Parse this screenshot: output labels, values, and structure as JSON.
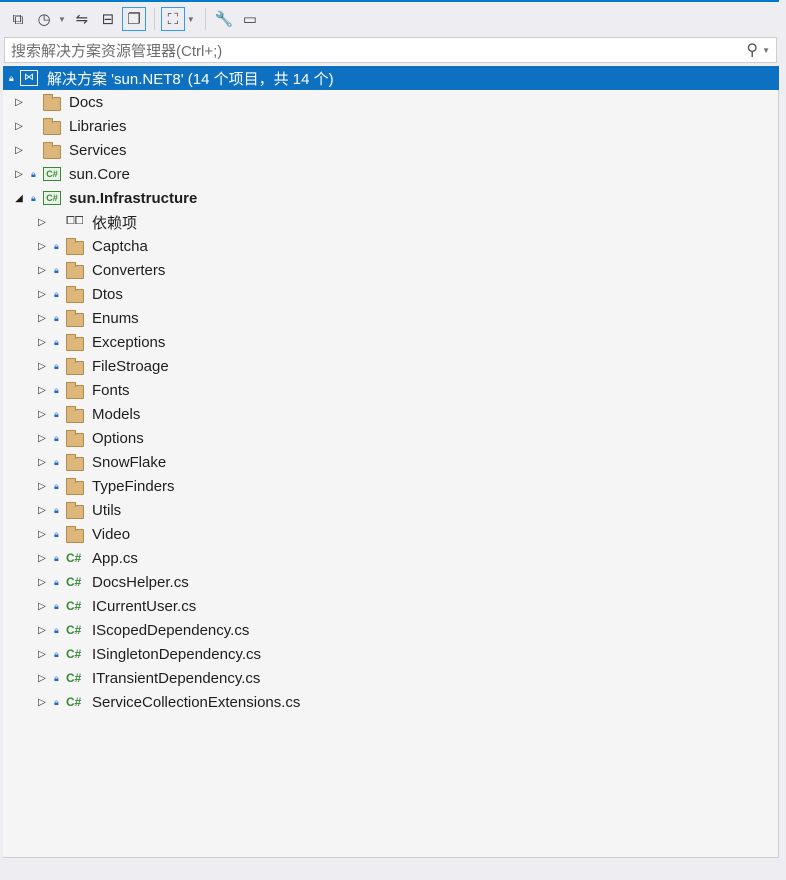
{
  "toolbar": {
    "buttons": [
      {
        "name": "switch-views-button",
        "icon": "vs-icon",
        "glyph": "⧉"
      },
      {
        "name": "pending-changes-filter-button",
        "icon": "clock-icon",
        "glyph": "◷",
        "dropdown": true
      },
      {
        "name": "sync-active-document-button",
        "icon": "sync-arrows-icon",
        "glyph": "⇋"
      },
      {
        "name": "collapse-all-button",
        "icon": "collapse-icon",
        "glyph": "⊟"
      },
      {
        "name": "show-all-files-button",
        "icon": "show-all-files-icon",
        "glyph": "❐",
        "selected": true
      },
      {
        "sep": true
      },
      {
        "name": "view-class-diagram-button",
        "icon": "hierarchy-icon",
        "glyph": "⛶",
        "selected": true,
        "dropdown": true
      },
      {
        "sep": true
      },
      {
        "name": "properties-button",
        "icon": "wrench-icon",
        "glyph": "🔧"
      },
      {
        "name": "preview-selected-button",
        "icon": "preview-icon",
        "glyph": "▭"
      }
    ]
  },
  "search": {
    "placeholder": "搜索解决方案资源管理器(Ctrl+;)",
    "icon": "search-icon"
  },
  "tree": [
    {
      "label": "解决方案 'sun.NET8' (14 个项目，共 14 个)",
      "level": 0,
      "type": "solution",
      "lock": true,
      "selected": true
    },
    {
      "label": "Docs",
      "level": 0,
      "type": "folder",
      "exp": "collapsed"
    },
    {
      "label": "Libraries",
      "level": 0,
      "type": "folder",
      "exp": "collapsed"
    },
    {
      "label": "Services",
      "level": 0,
      "type": "folder",
      "exp": "collapsed"
    },
    {
      "label": "sun.Core",
      "level": 0,
      "type": "project",
      "exp": "collapsed",
      "lock": true
    },
    {
      "label": "sun.Infrastructure",
      "level": 0,
      "type": "project",
      "exp": "expanded",
      "lock": true,
      "bold": true
    },
    {
      "label": "依赖项",
      "level": 1,
      "type": "dependencies",
      "exp": "collapsed"
    },
    {
      "label": "Captcha",
      "level": 1,
      "type": "folder",
      "exp": "collapsed",
      "lock": true
    },
    {
      "label": "Converters",
      "level": 1,
      "type": "folder",
      "exp": "collapsed",
      "lock": true
    },
    {
      "label": "Dtos",
      "level": 1,
      "type": "folder",
      "exp": "collapsed",
      "lock": true
    },
    {
      "label": "Enums",
      "level": 1,
      "type": "folder",
      "exp": "collapsed",
      "lock": true
    },
    {
      "label": "Exceptions",
      "level": 1,
      "type": "folder",
      "exp": "collapsed",
      "lock": true
    },
    {
      "label": "FileStroage",
      "level": 1,
      "type": "folder",
      "exp": "collapsed",
      "lock": true
    },
    {
      "label": "Fonts",
      "level": 1,
      "type": "folder",
      "exp": "collapsed",
      "lock": true
    },
    {
      "label": "Models",
      "level": 1,
      "type": "folder",
      "exp": "collapsed",
      "lock": true
    },
    {
      "label": "Options",
      "level": 1,
      "type": "folder",
      "exp": "collapsed",
      "lock": true
    },
    {
      "label": "SnowFlake",
      "level": 1,
      "type": "folder",
      "exp": "collapsed",
      "lock": true
    },
    {
      "label": "TypeFinders",
      "level": 1,
      "type": "folder",
      "exp": "collapsed",
      "lock": true
    },
    {
      "label": "Utils",
      "level": 1,
      "type": "folder",
      "exp": "collapsed",
      "lock": true
    },
    {
      "label": "Video",
      "level": 1,
      "type": "folder",
      "exp": "collapsed",
      "lock": true
    },
    {
      "label": "App.cs",
      "level": 1,
      "type": "csharp",
      "exp": "collapsed",
      "lock": true
    },
    {
      "label": "DocsHelper.cs",
      "level": 1,
      "type": "csharp",
      "exp": "collapsed",
      "lock": true
    },
    {
      "label": "ICurrentUser.cs",
      "level": 1,
      "type": "csharp",
      "exp": "collapsed",
      "lock": true
    },
    {
      "label": "IScopedDependency.cs",
      "level": 1,
      "type": "csharp",
      "exp": "collapsed",
      "lock": true
    },
    {
      "label": "ISingletonDependency.cs",
      "level": 1,
      "type": "csharp",
      "exp": "collapsed",
      "lock": true
    },
    {
      "label": "ITransientDependency.cs",
      "level": 1,
      "type": "csharp",
      "exp": "collapsed",
      "lock": true
    },
    {
      "label": "ServiceCollectionExtensions.cs",
      "level": 1,
      "type": "csharp",
      "exp": "collapsed",
      "lock": true
    }
  ],
  "colors": {
    "accent": "#0e70c0",
    "folder": "#dcb67a",
    "csharp": "#388a34"
  }
}
